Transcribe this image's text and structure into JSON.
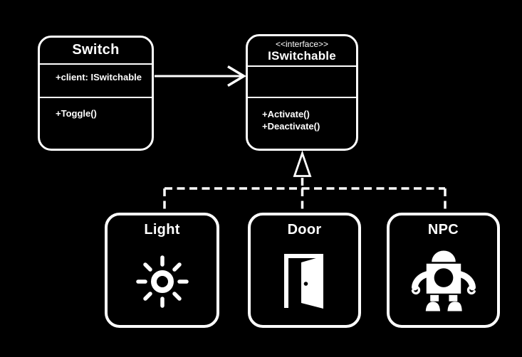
{
  "colors": {
    "background": "#000000",
    "line": "#ffffff",
    "box_fill": "#000000"
  },
  "switch_class": {
    "title": "Switch",
    "attribute": "+client: ISwitchable",
    "method": "+Toggle()"
  },
  "interface_class": {
    "stereotype": "<<interface>>",
    "title": "ISwitchable",
    "methods": [
      "+Activate()",
      "+Deactivate()"
    ]
  },
  "implementations": {
    "light": {
      "title": "Light",
      "icon": "light-icon"
    },
    "door": {
      "title": "Door",
      "icon": "door-icon"
    },
    "npc": {
      "title": "NPC",
      "icon": "robot-icon"
    }
  }
}
